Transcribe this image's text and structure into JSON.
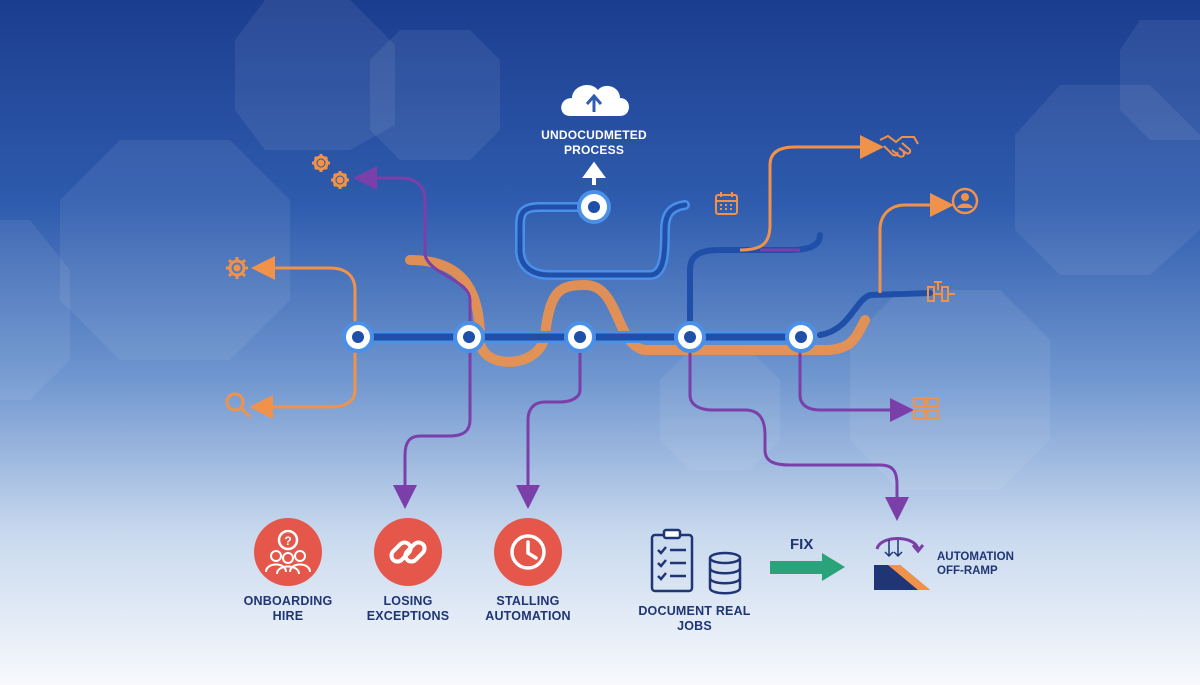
{
  "cloud": {
    "line1": "UNDOCUDMETED",
    "line2": "PROCESS",
    "icon": "cloud-upload-icon"
  },
  "problems": [
    {
      "line1": "ONBOARDING",
      "line2": "HIRE",
      "icon": "people-question-icon",
      "color": "#e4574a"
    },
    {
      "line1": "LOSING",
      "line2": "EXCEPTIONS",
      "icon": "broken-link-icon",
      "color": "#e4574a"
    },
    {
      "line1": "STALLING",
      "line2": "AUTOMATION",
      "icon": "clock-icon",
      "color": "#e4574a"
    }
  ],
  "document": {
    "label": "DOCUMENT REAL JOBS",
    "icons": [
      "checklist-icon",
      "database-icon"
    ]
  },
  "fix": {
    "label": "FIX",
    "arrow_color": "#2aa37a"
  },
  "offramp": {
    "line1": "AUTOMATION",
    "line2": "OFF-RAMP",
    "icon": "off-ramp-icon"
  },
  "side_icons": [
    "gears-icon",
    "gear-icon",
    "magnifier-icon",
    "calendar-icon",
    "handshake-icon",
    "user-icon",
    "pipe-icon",
    "cash-icon"
  ],
  "colors": {
    "orange": "#f0924a",
    "purple": "#7a3fa8",
    "blue": "#1f4fa8",
    "bright_blue": "#4a90e8"
  }
}
